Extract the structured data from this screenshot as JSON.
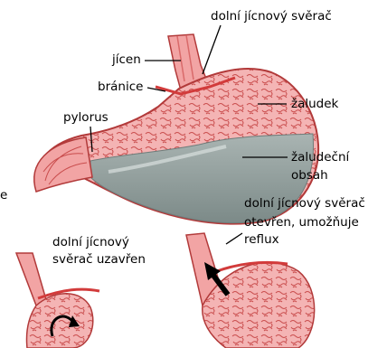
{
  "labels": {
    "sphincter_top": "dolní jícnový svěrač",
    "esophagus": "jícen",
    "diaphragm": "bránice",
    "stomach": "žaludek",
    "pylorus": "pylorus",
    "contents_line1": "žaludeční",
    "contents_line2": "obsah",
    "edge_fragment": "e",
    "closed_line1": "dolní jícnový",
    "closed_line2": "svěrač uzavřen",
    "open_line1": "dolní jícnový svěrač",
    "open_line2": "otevřen, umožňuje",
    "open_line3": "reflux"
  },
  "colors": {
    "tissue": "#f1a6a6",
    "tissue_light": "#f7cfcf",
    "tissue_dark": "#d25d5d",
    "contents": "#8e9b99",
    "diaphragm": "#d23b3b",
    "arrow": "#000000"
  }
}
